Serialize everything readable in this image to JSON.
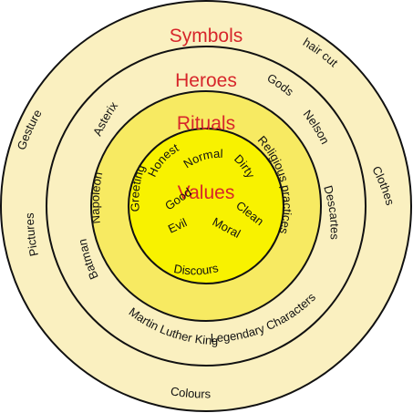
{
  "colors": {
    "ring_fill": "#faf0c0",
    "rituals_fill": "#f7ea62",
    "values_fill": "#f8f200",
    "outline": "#111111",
    "title": "#d7262b",
    "text": "#111111"
  },
  "layers": {
    "symbols": {
      "title": "Symbols",
      "items": [
        "Gesture",
        "hair cut",
        "Clothes",
        "Colours",
        "Pictures"
      ]
    },
    "heroes": {
      "title": "Heroes",
      "items": [
        "Asterix",
        "Gods",
        "Nelson",
        "Descartes",
        "Legendary Characters",
        "Martin Luther King",
        "Batman",
        "Napoleon"
      ]
    },
    "rituals": {
      "title": "Rituals",
      "items": [
        "Greeting",
        "Religious practices",
        "Discours"
      ]
    },
    "values": {
      "title": "Values",
      "items": [
        "Honest",
        "Normal",
        "Dirty",
        "Good",
        "Clean",
        "Evil",
        "Moral"
      ]
    }
  }
}
